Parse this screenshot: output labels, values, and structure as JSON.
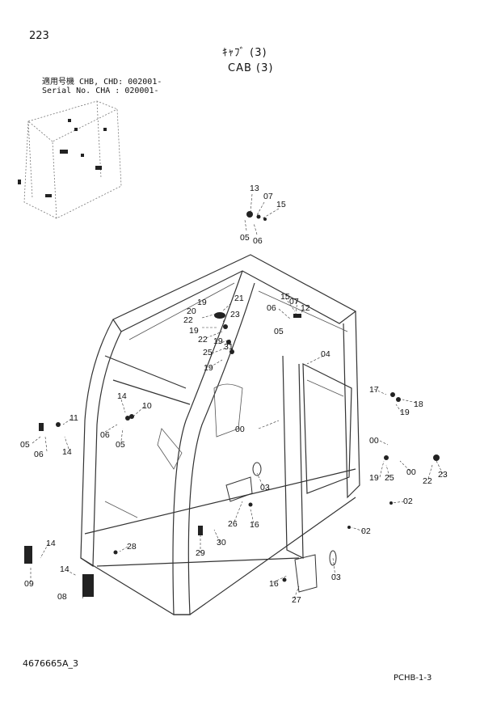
{
  "header": {
    "page_number": "223",
    "title_ja": "ｷｬﾌﾞ (3)",
    "title_en": "CAB (3)",
    "serial_line1": "適用号機 CHB, CHD: 002001-",
    "serial_line2": "Serial No. CHA     : 020001-"
  },
  "footer": {
    "doc_code": "4676665A_3",
    "sheet_code": "PCHB-1-3"
  },
  "part_labels": [
    "13",
    "07",
    "15",
    "05",
    "06",
    "19",
    "21",
    "20",
    "23",
    "22",
    "19",
    "22",
    "19",
    "25",
    "31",
    "19",
    "15",
    "06",
    "07",
    "12",
    "05",
    "04",
    "14",
    "10",
    "11",
    "05",
    "06",
    "14",
    "06",
    "05",
    "00",
    "03",
    "26",
    "16",
    "17",
    "18",
    "19",
    "00",
    "00",
    "19",
    "25",
    "22",
    "23",
    "02",
    "02",
    "14",
    "09",
    "28",
    "29",
    "30",
    "14",
    "08",
    "16",
    "27",
    "03"
  ]
}
